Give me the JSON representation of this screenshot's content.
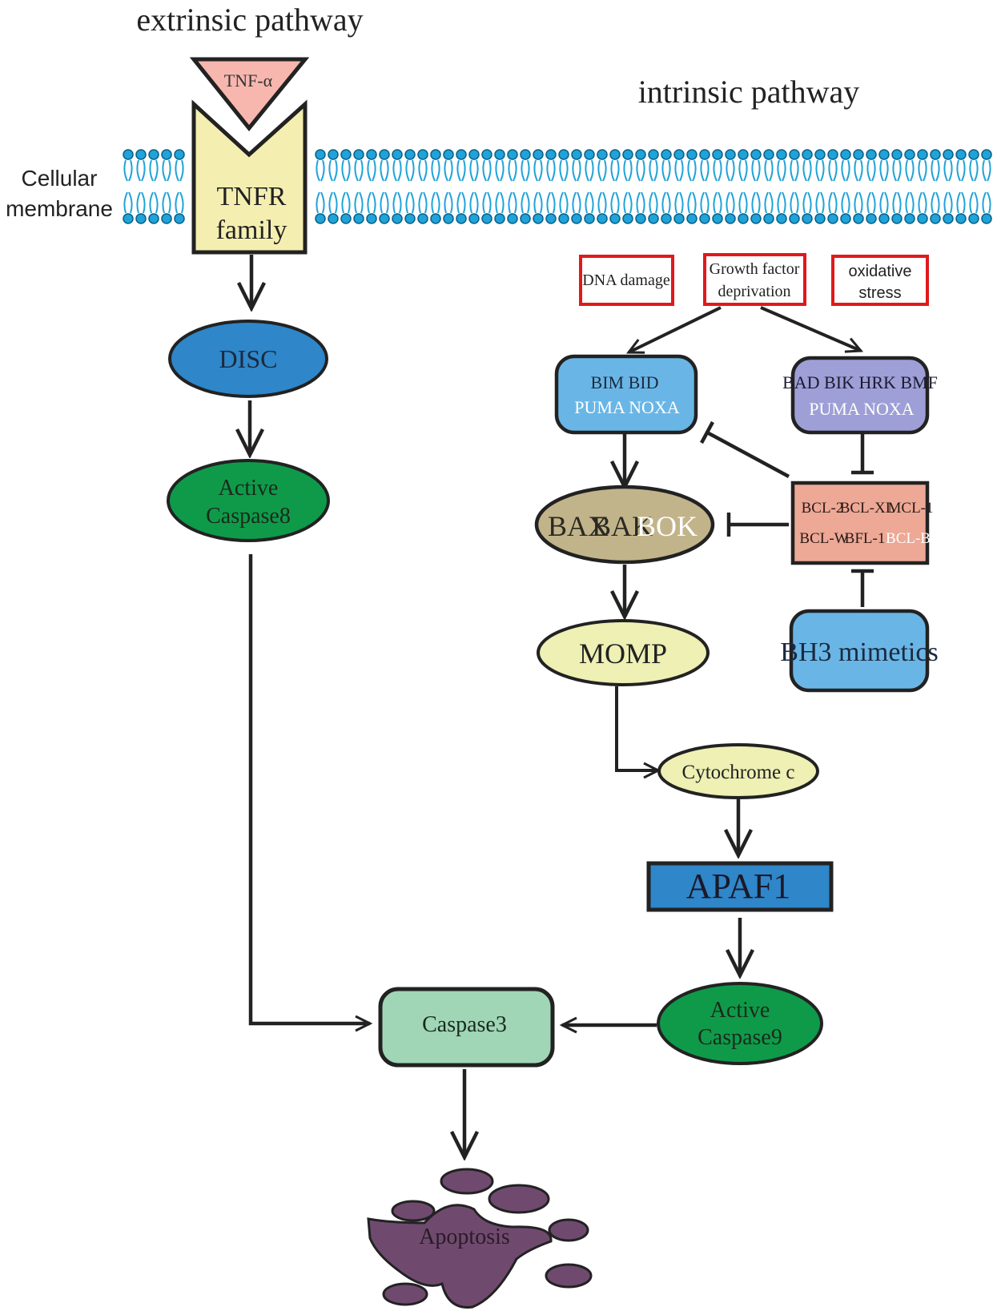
{
  "titles": {
    "extrinsic": "extrinsic pathway",
    "intrinsic": "intrinsic pathway"
  },
  "membrane": {
    "label_line1": "Cellular",
    "label_line2": "membrane",
    "color": "#1fa3d9"
  },
  "ligand": {
    "label": "TNF-α",
    "color": "#f7b7ae"
  },
  "receptor": {
    "line1": "TNFR",
    "line2": "family",
    "color": "#f4efb0"
  },
  "extrinsic_nodes": {
    "disc": "DISC",
    "caspase8_line1": "Active",
    "caspase8_line2": "Caspase8"
  },
  "stimuli": {
    "dna_damage": "DNA damage",
    "growth_line1": "Growth factor",
    "growth_line2": "deprivation",
    "oxidative_line1": "oxidative",
    "oxidative_line2": "stress"
  },
  "bh3_activators": {
    "line1": "BIM BID",
    "line2": "PUMA NOXA"
  },
  "bh3_sensitizers": {
    "line1": "BAD BIK HRK BMF",
    "line2": "PUMA NOXA"
  },
  "effectors": {
    "bax": "BAX",
    "bak": "BAK",
    "bok": "BOK"
  },
  "antiapoptotic": {
    "bcl2": "BCL-2",
    "bclxl": "BCL-XL",
    "mcl1": "MCL-1",
    "bclw": "BCL-W",
    "bfl1": "BFL-1",
    "bclb": "BCL-B"
  },
  "bh3_mimetics": "BH3 mimetics",
  "momp": "MOMP",
  "cytochrome": "Cytochrome c",
  "apaf1": "APAF1",
  "caspase9_line1": "Active",
  "caspase9_line2": "Caspase9",
  "caspase3": "Caspase3",
  "apoptosis": "Apoptosis",
  "colors": {
    "blue_node": "#2f86c9",
    "green_node": "#0f9a4a",
    "light_blue": "#69b6e6",
    "lavender": "#9e9fd6",
    "khaki": "#c2b48a",
    "pale_yellow": "#eef0b4",
    "salmon": "#eda896",
    "mint": "#a0d6b6",
    "purple": "#6f4a6e",
    "stimulus_border": "#e0191b"
  }
}
